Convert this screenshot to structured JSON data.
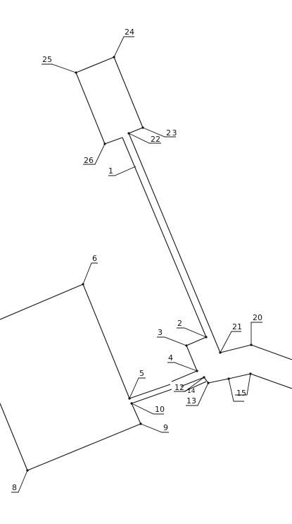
{
  "drawing": {
    "labels": [
      "1",
      "2",
      "3",
      "4",
      "5",
      "6",
      "8",
      "9",
      "10",
      "12",
      "13",
      "14",
      "15",
      "20",
      "21",
      "22",
      "23",
      "24",
      "25",
      "26"
    ]
  }
}
